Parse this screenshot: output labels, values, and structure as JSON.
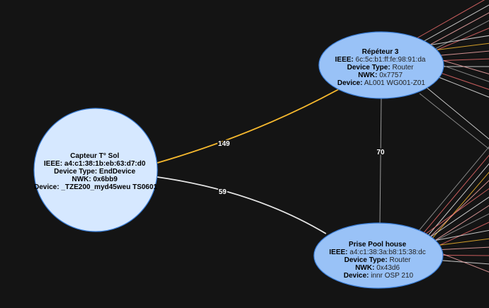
{
  "colors": {
    "background": "#141414",
    "end_device_fill": "#d6e8ff",
    "router_fill": "#99c2f7",
    "node_stroke": "#3b7fd9",
    "link_yellow": "#f5b82e",
    "link_white": "#e6e6e6",
    "link_gray": "#9a9a9a",
    "link_red": "#e86a6a",
    "link_pink": "#f2a6a6"
  },
  "nodes": {
    "capteur": {
      "title": "Capteur T° Sol",
      "ieee_key": "IEEE:",
      "ieee": "a4:c1:38:1b:eb:63:d7:d0",
      "type_key": "Device Type:",
      "type": "EndDevice",
      "nwk_key": "NWK:",
      "nwk": "0x6bb9",
      "device_key": "Device:",
      "device": "_TZE200_myd45weu TS0601"
    },
    "repeteur": {
      "title": "Répéteur 3",
      "ieee_key": "IEEE:",
      "ieee": "6c:5c:b1:ff:fe:98:91:da",
      "type_key": "Device Type:",
      "type": "Router",
      "nwk_key": "NWK:",
      "nwk": "0x7757",
      "device_key": "Device:",
      "device": "AL001 WG001-Z01"
    },
    "prise": {
      "title": "Prise Pool house",
      "ieee_key": "IEEE:",
      "ieee": "a4:c1:38:3a:b8:15:38:dc",
      "type_key": "Device Type:",
      "type": "Router",
      "nwk_key": "NWK:",
      "nwk": "0x43d6",
      "device_key": "Device:",
      "device": "innr OSP 210"
    }
  },
  "links": {
    "capteur_repeteur": "149",
    "capteur_prise": "59",
    "repeteur_prise": "70"
  }
}
